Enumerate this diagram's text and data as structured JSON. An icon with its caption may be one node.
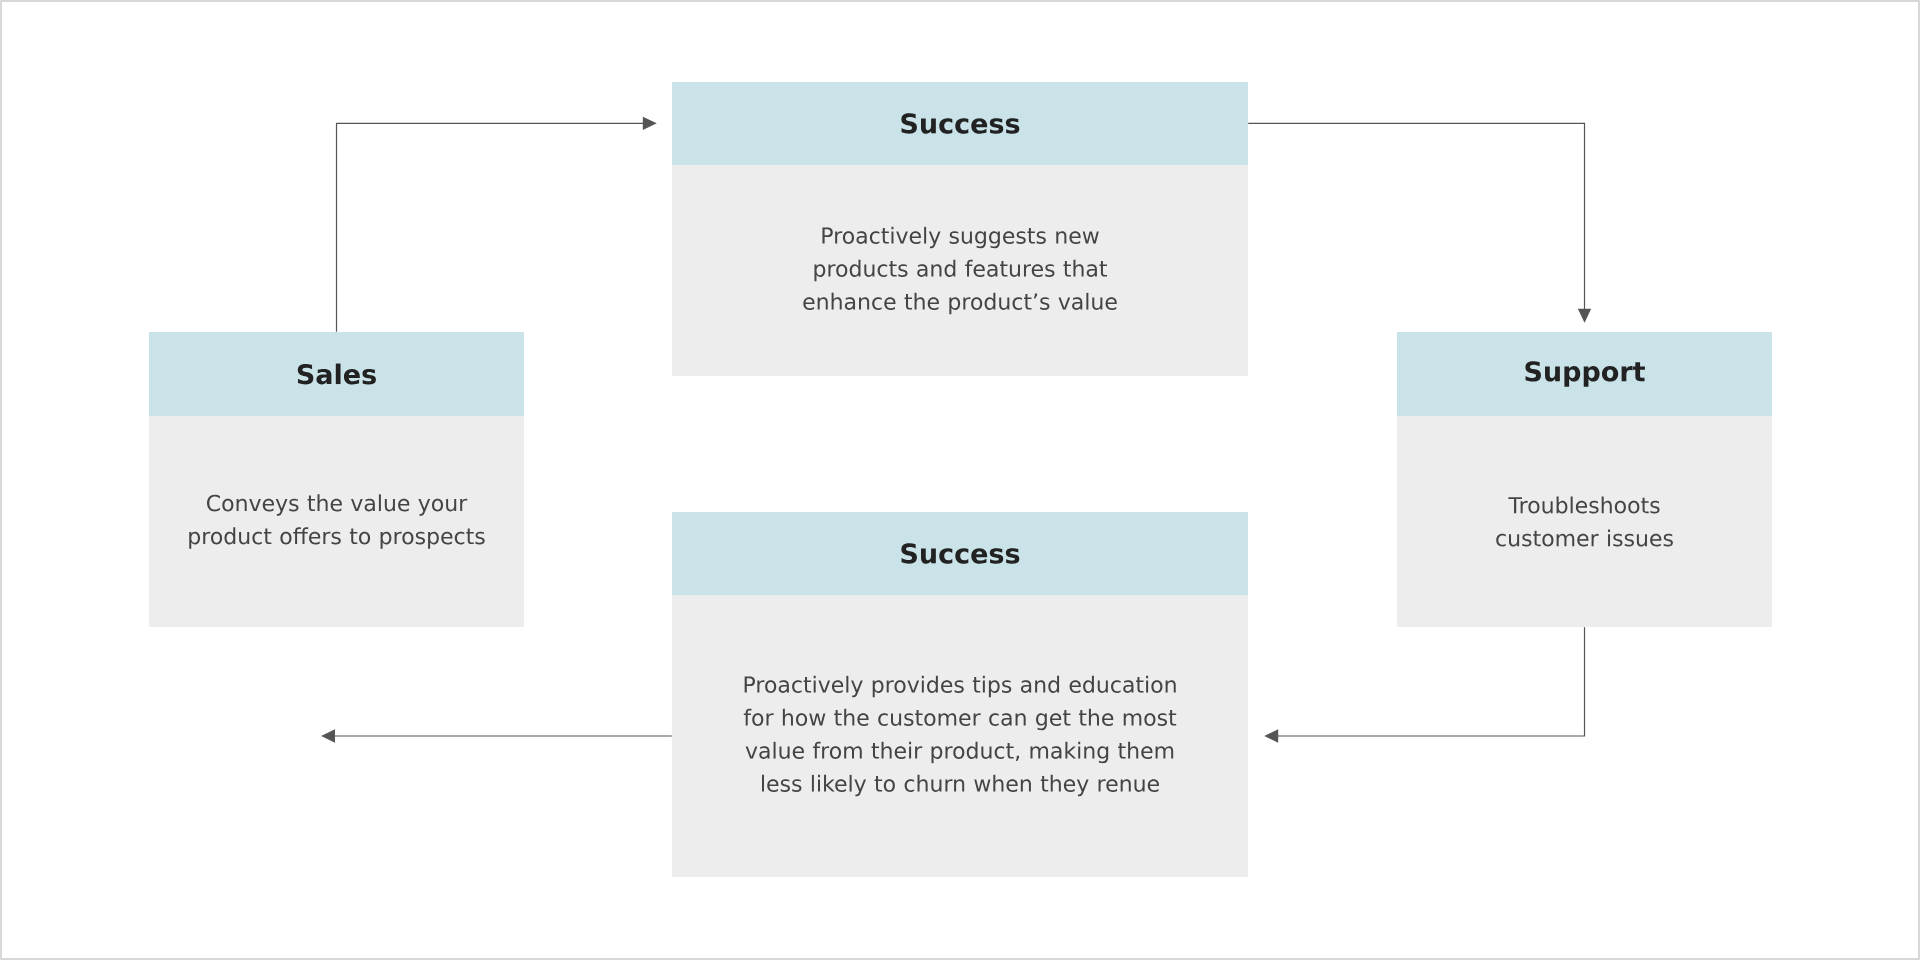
{
  "diagram": {
    "nodes": [
      {
        "text": [
          "Sales",
          "Conveys the value your product offers to prospects"
        ]
      },
      {
        "text": [
          "Success",
          "Proactively suggests new products and features that enhance the product’s value"
        ]
      },
      {
        "text": [
          "Support",
          "Troubleshoots customer issues"
        ]
      },
      {
        "text": [
          "Success",
          "Proactively provides tips and education for how the customer can get the most value from their product, making them less likely to churn when they renue"
        ]
      }
    ],
    "edges": [
      {
        "from": 0,
        "to": 1,
        "arrow": "to"
      },
      {
        "from": 1,
        "to": 2,
        "arrow": "to"
      },
      {
        "from": 2,
        "to": 3,
        "arrow": "to"
      },
      {
        "from": 3,
        "to": null,
        "arrow": "to"
      }
    ]
  }
}
